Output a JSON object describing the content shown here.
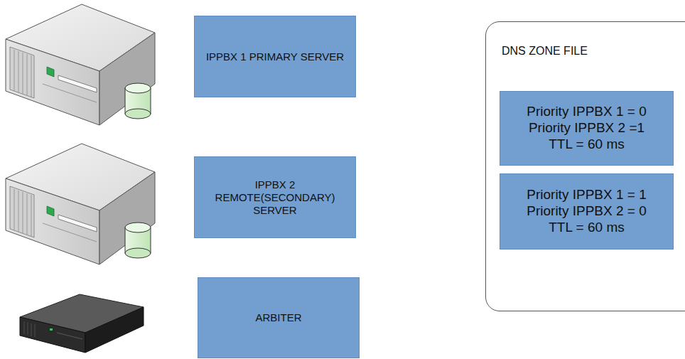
{
  "diagram": {
    "nodes": [
      {
        "text": [
          "IPPBX 1 PRIMARY SERVER"
        ]
      },
      {
        "text": [
          "IPPBX 2 REMOTE(SECONDARY) SERVER"
        ]
      },
      {
        "text": [
          "ARBITER"
        ]
      },
      {
        "text": [
          "DNS ZONE FILE"
        ]
      },
      {
        "text": [
          "Priority IPPBX 1 = 0 Priority IPPBX 2 =1 TTL = 60 ms"
        ],
        "in": 3
      },
      {
        "text": [
          "Priority IPPBX 1 = 1 Priority IPPBX 2 = 0 TTL = 60 ms"
        ],
        "in": 3
      }
    ]
  }
}
